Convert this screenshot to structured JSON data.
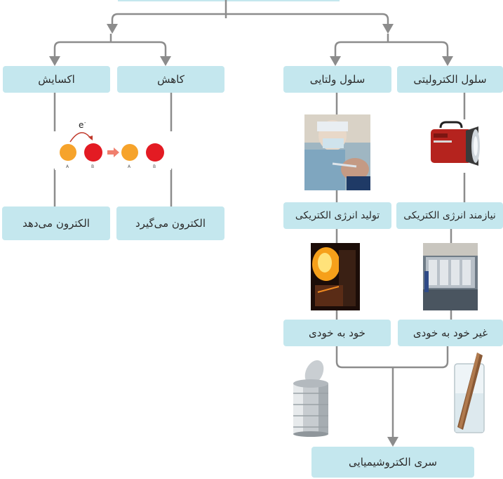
{
  "colors": {
    "box": "#c4e7ee",
    "line": "#8c8c8c",
    "text": "#2b2b2b"
  },
  "boxes": {
    "electrolytic_cell": "سلول الکترولیتی",
    "voltaic_cell": "سلول ولتایی",
    "reduction": "کاهش",
    "oxidation": "اکسایش",
    "needs_energy": "نیازمند انرژی الکتریکی",
    "produces_energy": "تولید انرژی الکتریکی",
    "gains_electron": "الکترون می‌گیرد",
    "loses_electron": "الکترون می‌دهد",
    "non_spontaneous": "غیر خود به خودی",
    "spontaneous": "خود به خودی",
    "electrochemical_series": "سری الکتروشیمیایی"
  },
  "electron_transfer": {
    "electron_label": "e",
    "atom_a": "A",
    "atom_b": "B"
  },
  "images": [
    "flashlight",
    "dentist-photo",
    "electrolysis-tanks",
    "furnace-photo",
    "tin-can",
    "beaker-with-strip"
  ]
}
